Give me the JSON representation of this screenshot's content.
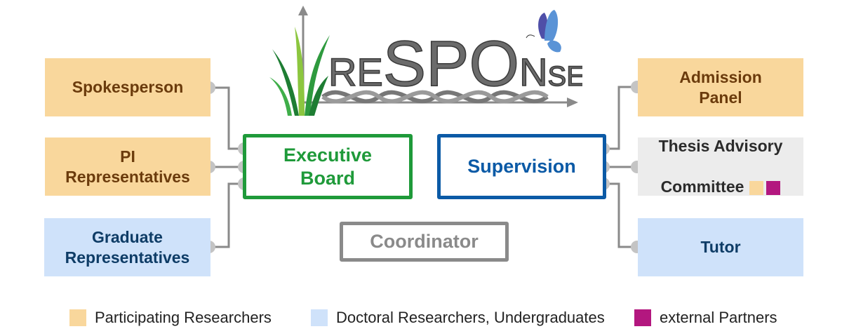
{
  "logo": {
    "text_parts": [
      "r",
      "e",
      "S",
      "P",
      "O",
      "N",
      "s",
      "e"
    ],
    "icons": [
      "grass-icon",
      "dna-helix-icon",
      "butterfly-icon",
      "axis-arrows-icon"
    ]
  },
  "colors": {
    "participating_researchers": "#f9d79c",
    "doctoral_researchers": "#cfe2fa",
    "external_partners": "#b3177f",
    "neutral": "#ececec",
    "executive_board": "#1f9a3a",
    "supervision": "#0b5aa6",
    "coordinator": "#8a8a8a",
    "connector": "#8a8a8a",
    "node": "#c4c4c4"
  },
  "left_boxes": [
    {
      "label": "Spokesperson",
      "category": "participating"
    },
    {
      "label": "PI\nRepresentatives",
      "category": "participating"
    },
    {
      "label": "Graduate\nRepresentatives",
      "category": "doctoral"
    }
  ],
  "center": {
    "executive_board": "Executive\nBoard",
    "supervision": "Supervision",
    "coordinator": "Coordinator"
  },
  "right_boxes": [
    {
      "label": "Admission\nPanel",
      "category": "participating"
    },
    {
      "label_line1": "Thesis Advisory",
      "label_line2": "Committee",
      "category": "mixed",
      "swatches": [
        "participating",
        "external"
      ]
    },
    {
      "label": "Tutor",
      "category": "doctoral"
    }
  ],
  "legend": [
    {
      "label": "Participating Researchers",
      "color": "#f9d79c"
    },
    {
      "label": "Doctoral Researchers, Undergraduates",
      "color": "#cfe2fa"
    },
    {
      "label": "external Partners",
      "color": "#b3177f"
    }
  ]
}
